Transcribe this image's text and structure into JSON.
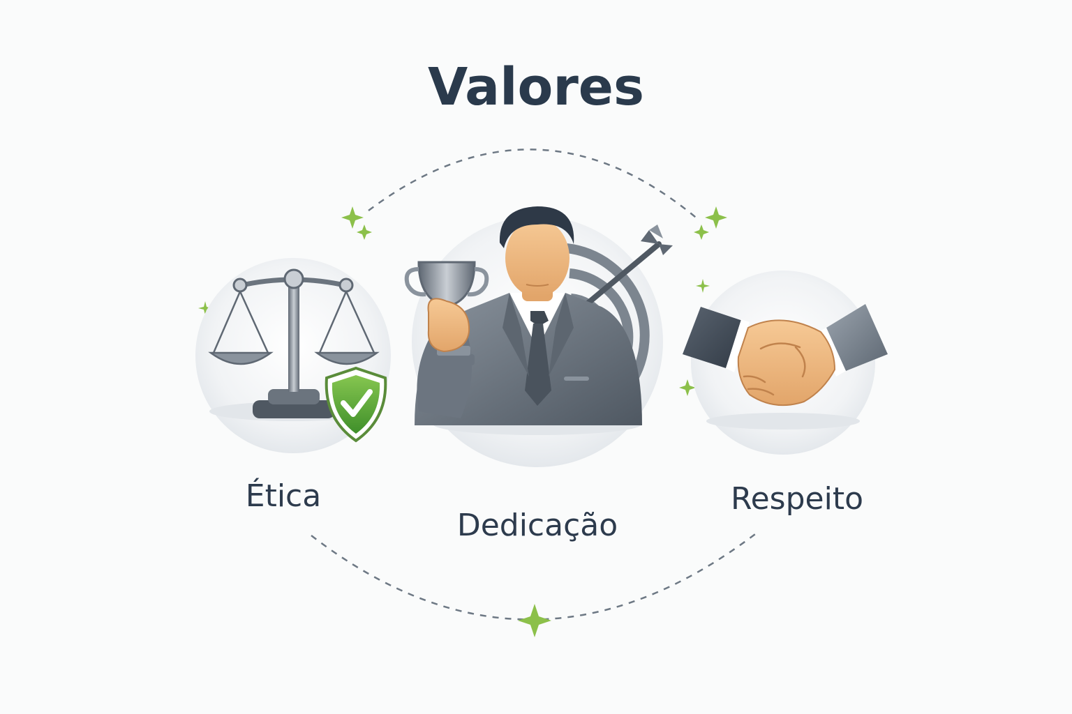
{
  "title": "Valores",
  "values": [
    {
      "label": "Ética",
      "icon": "scale-of-justice-with-shield-check-icon"
    },
    {
      "label": "Dedicação",
      "icon": "businessman-with-trophy-and-target-icon"
    },
    {
      "label": "Respeito",
      "icon": "handshake-icon"
    }
  ],
  "colors": {
    "text": "#2a3a4c",
    "accent_green": "#8cc04a",
    "shield_green": "#5fae3a",
    "suit_gray": "#6c7580",
    "dashed_line": "#6d7884"
  }
}
